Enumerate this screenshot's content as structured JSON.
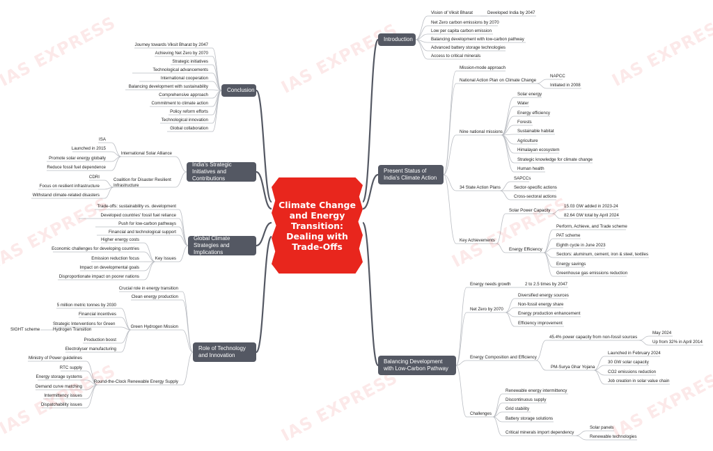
{
  "watermark": "IAS EXPRESS",
  "center_title": "Climate Change and Energy Transition: Dealing with Trade-Offs",
  "branches": {
    "introduction": "Introduction",
    "present_status": "Present Status of India's Climate Action",
    "balancing": "Balancing Development with Low-Carbon Pathway",
    "conclusion": "Conclusion",
    "strategic": "India's Strategic Initiatives and Contributions",
    "global": "Global Climate Strategies and Implications",
    "technology": "Role of Technology and Innovation"
  },
  "intro": {
    "vision": "Vision of Viksit Bharat",
    "developed": "Developed India by 2047",
    "net_zero": "Net Zero carbon emissions by 2070",
    "low_per_capita": "Low per capita carbon emission",
    "balancing": "Balancing development with low-carbon pathway",
    "battery": "Advanced battery storage technologies",
    "minerals": "Access to critical minerals"
  },
  "status": {
    "mission_mode": "Mission-mode approach",
    "napcc_plan": "National Action Plan on Climate Change",
    "napcc": "NAPCC",
    "initiated": "Initiated in 2008",
    "nine_missions": "Nine national missions",
    "missions": [
      "Solar energy",
      "Water",
      "Energy efficiency",
      "Forests",
      "Sustainable habitat",
      "Agriculture",
      "Himalayan ecosystem",
      "Strategic knowledge for climate change",
      "Human health"
    ],
    "state_plans": "34 State Action Plans",
    "sapccs": "SAPCCs",
    "sector_specific": "Sector-specific actions",
    "cross_sectoral": "Cross-sectoral actions",
    "key_achievements": "Key Achievements",
    "solar_capacity": "Solar Power Capacity",
    "gw_added": "15.03 GW added in 2023-24",
    "gw_total": "82.64 GW total by April 2024",
    "energy_efficiency": "Energy Efficiency",
    "efficiency_items": [
      "Perform, Achieve, and Trade scheme",
      "PAT scheme",
      "Eighth cycle in June 2023",
      "Sectors: aluminum, cement, iron & steel, textiles",
      "Energy savings",
      "Greenhouse gas emissions reduction"
    ]
  },
  "balance": {
    "needs_growth": "Energy needs growth",
    "growth_value": "2 to 2.5 times by 2047",
    "net_zero": "Net Zero by 2070",
    "net_zero_items": [
      "Diversified energy sources",
      "Non-fossil energy share",
      "Energy production enhancement",
      "Efficiency improvement"
    ],
    "composition": "Energy Composition and Efficiency",
    "nonfossil": "45.4% power capacity from non-fossil sources",
    "may": "May 2024",
    "up_from": "Up from 32% in April 2014",
    "surya": "PM-Surya Ghar Yojana",
    "surya_items": [
      "Launched in February 2024",
      "30 GW solar capacity",
      "CO2 emissions reduction",
      "Job creation in solar value chain"
    ],
    "challenges": "Challenges",
    "challenge_items": [
      "Renewable energy intermittency",
      "Discontinuous supply",
      "Grid stability",
      "Battery storage solutions"
    ],
    "minerals_import": "Critical minerals import dependency",
    "solar_panels": "Solar panels",
    "renewable_tech": "Renewable technologies"
  },
  "conclusion": {
    "items": [
      "Journey towards Viksit Bharat by 2047",
      "Achieving Net Zero by 2070",
      "Strategic initiatives",
      "Technological advancements",
      "International cooperation",
      "Balancing development with sustainability",
      "Comprehensive approach",
      "Commitment to climate action",
      "Policy reform efforts",
      "Technological innovation",
      "Global collaboration"
    ]
  },
  "strategic": {
    "isa_alliance": "International Solar Alliance",
    "isa_items": [
      "ISA",
      "Launched in 2015",
      "Promote solar energy globally",
      "Reduce fossil fuel dependence"
    ],
    "cdri_coalition": "Coalition for Disaster Resilient Infrastructure",
    "cdri_items": [
      "CDRI",
      "Focus on resilient infrastructure",
      "Withstand climate-related disasters"
    ]
  },
  "global": {
    "items_top": [
      "Trade-offs: sustainability vs. development",
      "Developed countries' fossil fuel reliance",
      "Push for low-carbon pathways",
      "Financial and technological support"
    ],
    "key_issues": "Key Issues",
    "issues": [
      "Higher energy costs",
      "Economic challenges for developing countries",
      "Emission reduction focus",
      "Impact on developmental goals",
      "Disproportionate impact on poorer nations"
    ]
  },
  "technology": {
    "crucial": "Crucial role in energy transition",
    "clean": "Clean energy production",
    "hydrogen": "Green Hydrogen Mission",
    "hydrogen_items": [
      "5 million metric tonnes by 2030",
      "Financial incentives"
    ],
    "sight": "Strategic Interventions for Green Hydrogen Transition",
    "sight_label": "SIGHT scheme",
    "hydrogen_items2": [
      "Production boost",
      "Electrolyser manufacturing"
    ],
    "rtc": "Round-the-Clock Renewable Energy Supply",
    "rtc_items": [
      "Ministry of Power guidelines",
      "RTC supply",
      "Energy storage systems",
      "Demand curve matching",
      "Intermittency issues",
      "Dispatchability issues"
    ]
  }
}
